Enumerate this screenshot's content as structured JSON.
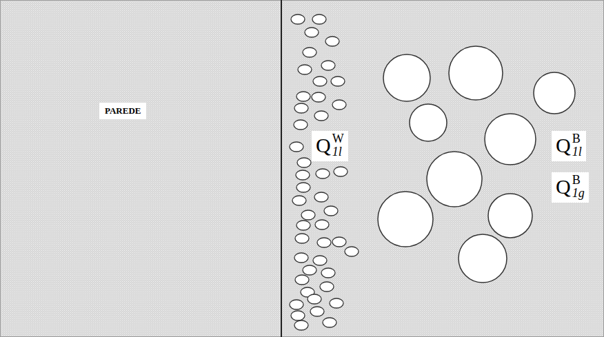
{
  "diagram": {
    "nodes": [
      {
        "text": [
          "PAREDE"
        ]
      }
    ],
    "labels": [
      "Q",
      "W",
      "1l",
      "Q",
      "B",
      "1l",
      "Q",
      "B",
      "1g"
    ]
  }
}
